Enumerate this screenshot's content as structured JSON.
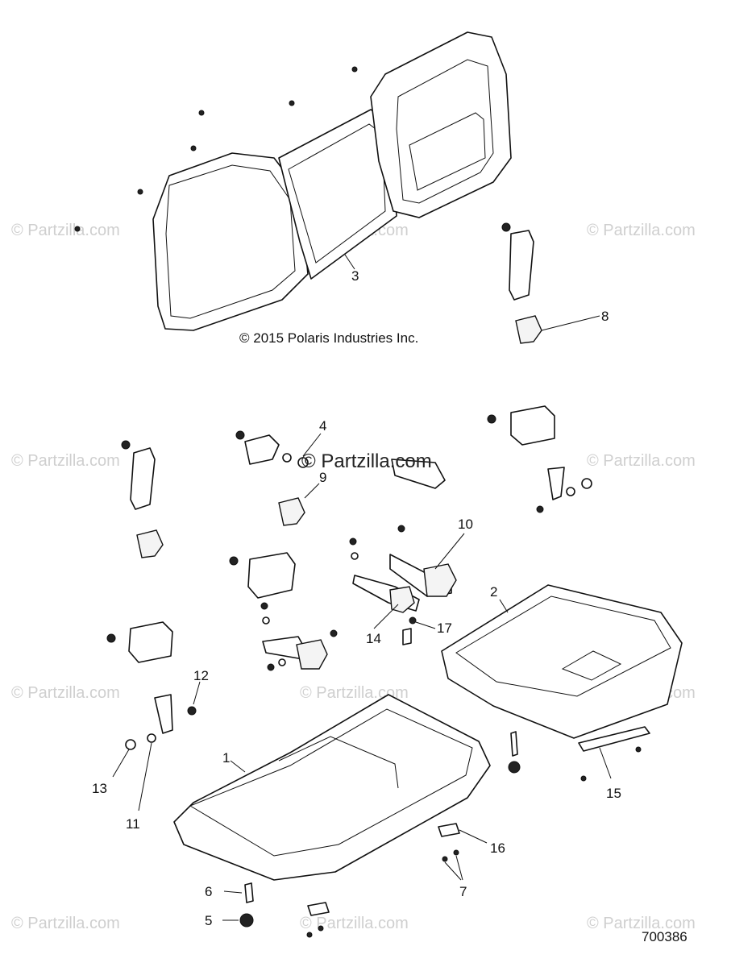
{
  "copyright": "© 2015 Polaris Industries Inc.",
  "watermark": {
    "text": "© Partzilla.com",
    "center_text": "© Partzilla.com"
  },
  "document_id": "700386",
  "callouts": [
    "1",
    "2",
    "3",
    "4",
    "5",
    "6",
    "7",
    "8",
    "9",
    "10",
    "11",
    "12",
    "13",
    "14",
    "15",
    "16",
    "17"
  ]
}
